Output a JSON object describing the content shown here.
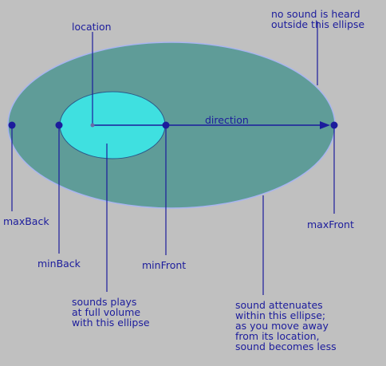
{
  "labels": {
    "location": "location",
    "no_sound_line1": "no sound is heard",
    "no_sound_line2": "outside this ellipse",
    "direction": "direction",
    "max_back": "maxBack",
    "max_front": "maxFront",
    "min_back": "minBack",
    "min_front": "minFront",
    "full_volume_line1": "sounds plays",
    "full_volume_line2": "at full volume",
    "full_volume_line3": "with this ellipse",
    "attenuates_line1": "sound attenuates",
    "attenuates_line2": "within this ellipse;",
    "attenuates_line3": "as you move away",
    "attenuates_line4": "from its location,",
    "attenuates_line5": "sound becomes less"
  },
  "colors": {
    "background": "#c0c0c0",
    "outer_ellipse": "#5f9c98",
    "outer_ellipse_border": "#a8b4f0",
    "inner_ellipse": "#3fe0e0",
    "inner_ellipse_border": "#2a5a8a",
    "lines": "#1c1c9c",
    "text": "#1c1c9c"
  }
}
